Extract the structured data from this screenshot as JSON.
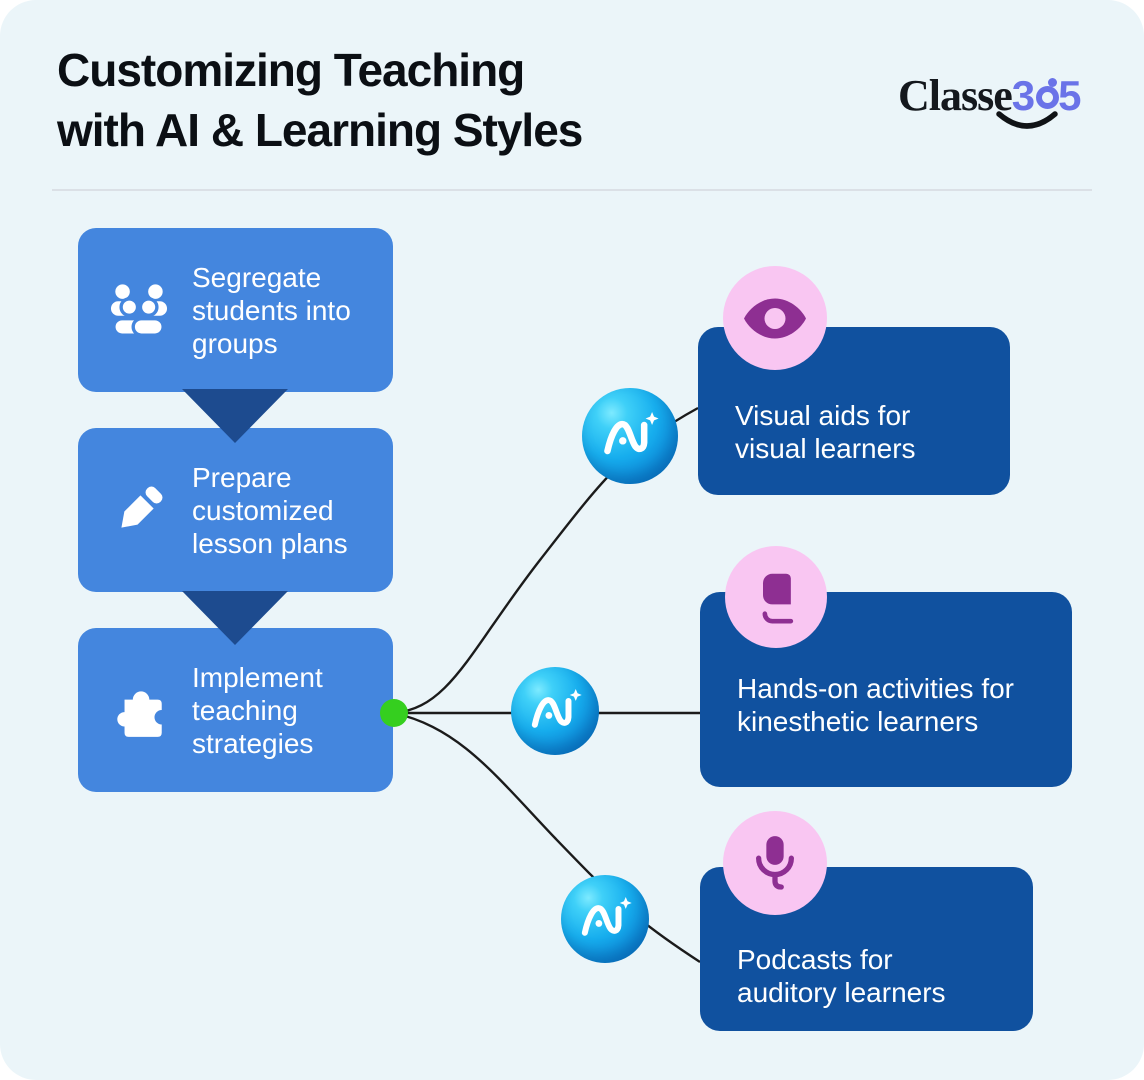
{
  "title": {
    "line1": "Customizing Teaching",
    "line2": "with AI & Learning Styles"
  },
  "logo": {
    "name": "Classe365",
    "word": "Classe",
    "digit_3": "3",
    "digit_5": "5",
    "stylized_six": "6 drawn as ring with dot",
    "smile_icon": "smile-arc"
  },
  "flow_steps": [
    {
      "icon": "group-icon",
      "label": "Segregate students into groups"
    },
    {
      "icon": "pencil-icon",
      "label": "Prepare customized lesson plans"
    },
    {
      "icon": "puzzle-icon",
      "label": "Implement teaching strategies"
    }
  ],
  "connector": {
    "origin": "green-dot at right edge of third flow box",
    "nodes": [
      "ai-sphere-icon",
      "ai-sphere-icon",
      "ai-sphere-icon"
    ]
  },
  "outcomes": [
    {
      "icon": "eye-icon",
      "label": "Visual aids for visual learners"
    },
    {
      "icon": "book-icon",
      "label": "Hands-on activities for kinesthetic learners"
    },
    {
      "icon": "microphone-icon",
      "label": "Podcasts for auditory learners"
    }
  ],
  "colors": {
    "card_bg": "#ebf5f9",
    "title_text": "#0b0f14",
    "divider": "#dbe0e6",
    "logo_purple": "#6a73e8",
    "flow_box": "#4486de",
    "arrow_navy": "#1d4b8f",
    "outcome_box": "#10519f",
    "pink": "#f9c6f2",
    "icon_purple": "#8e2f92",
    "green_dot": "#35cf1f",
    "line_black": "#1b1b1b",
    "sphere_blue": "#17aeee"
  }
}
